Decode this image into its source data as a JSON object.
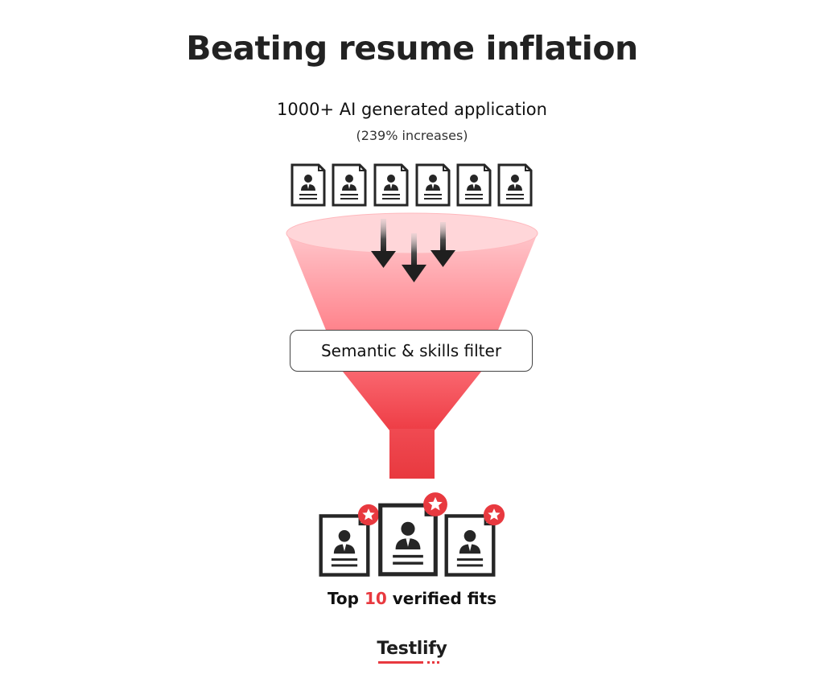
{
  "header": {
    "title": "Beating resume inflation",
    "subtitle": "1000+ AI generated application",
    "subnote": "(239% increases)"
  },
  "funnel": {
    "filter_label": "Semantic & skills filter"
  },
  "result": {
    "prefix": "Top ",
    "count": "10",
    "suffix": " verified fits"
  },
  "brand": {
    "name": "Testlify"
  },
  "icons": {
    "input_docs": [
      "resume-icon",
      "resume-icon",
      "resume-icon",
      "resume-icon",
      "resume-icon",
      "resume-icon"
    ],
    "output_docs": [
      "verified-resume-icon",
      "verified-resume-icon",
      "verified-resume-icon"
    ],
    "arrows": [
      "arrow-down-icon",
      "arrow-down-icon",
      "arrow-down-icon"
    ]
  },
  "colors": {
    "accent": "#e8393f",
    "funnel_top": "#ffd3d6",
    "funnel_bottom": "#e8393f",
    "text": "#222222"
  }
}
